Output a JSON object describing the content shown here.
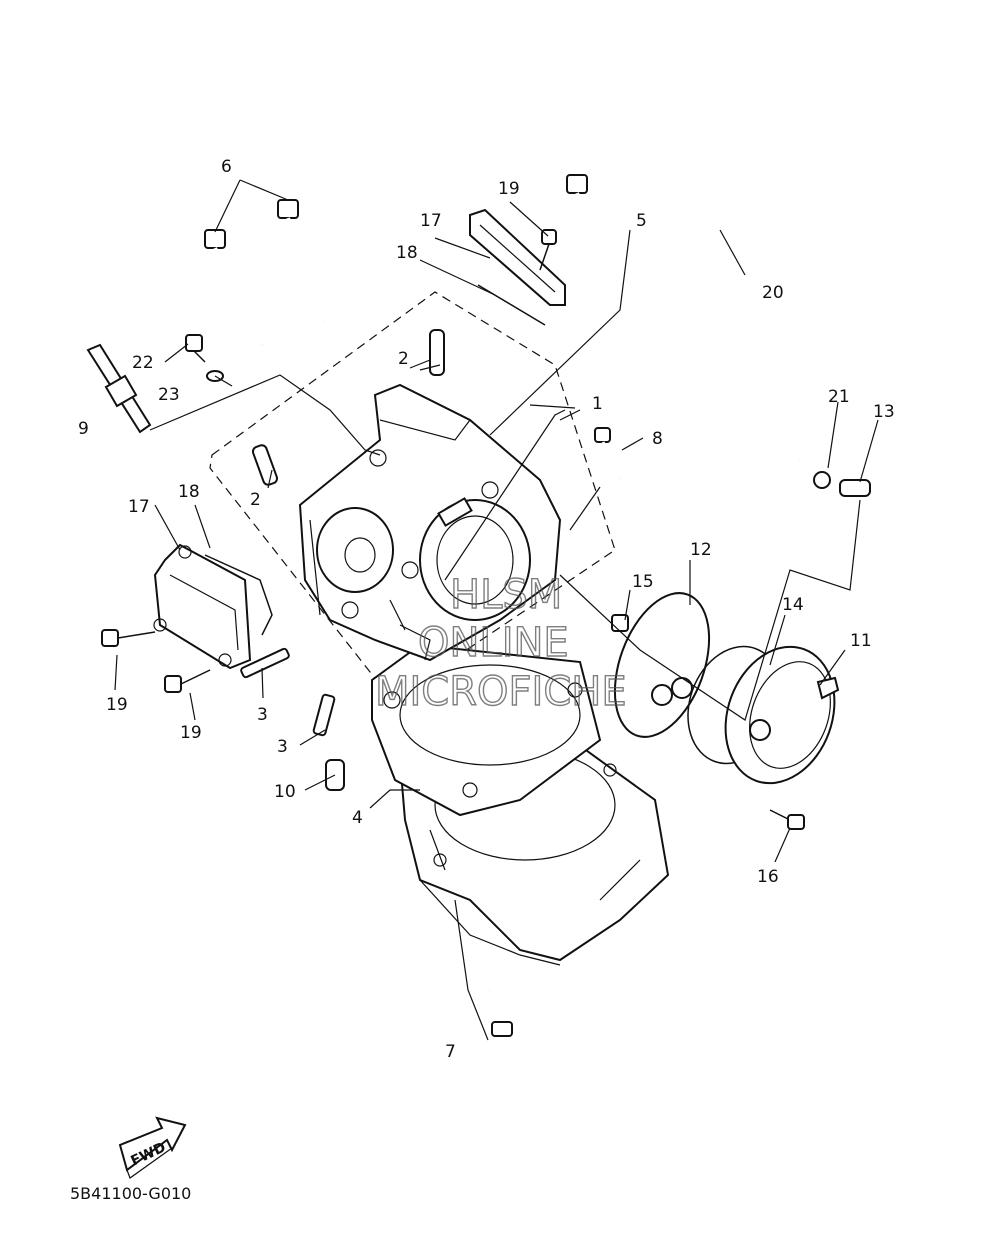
{
  "diagram_code": "5B41100-G010",
  "watermark": {
    "line1": "HLSM",
    "line2": "ONLINE",
    "line3": "MICROFICHE"
  },
  "fwd_label": "FWD",
  "callouts": {
    "c1": "1",
    "c2a": "2",
    "c2b": "2",
    "c3a": "3",
    "c3b": "3",
    "c4": "4",
    "c5": "5",
    "c6": "6",
    "c7": "7",
    "c8": "8",
    "c9": "9",
    "c10": "10",
    "c11": "11",
    "c12": "12",
    "c13": "13",
    "c14": "14",
    "c15": "15",
    "c16": "16",
    "c17a": "17",
    "c17b": "17",
    "c18a": "18",
    "c18b": "18",
    "c19a": "19",
    "c19b": "19",
    "c19c": "19",
    "c20": "20",
    "c21": "21",
    "c22": "22",
    "c23": "23"
  }
}
